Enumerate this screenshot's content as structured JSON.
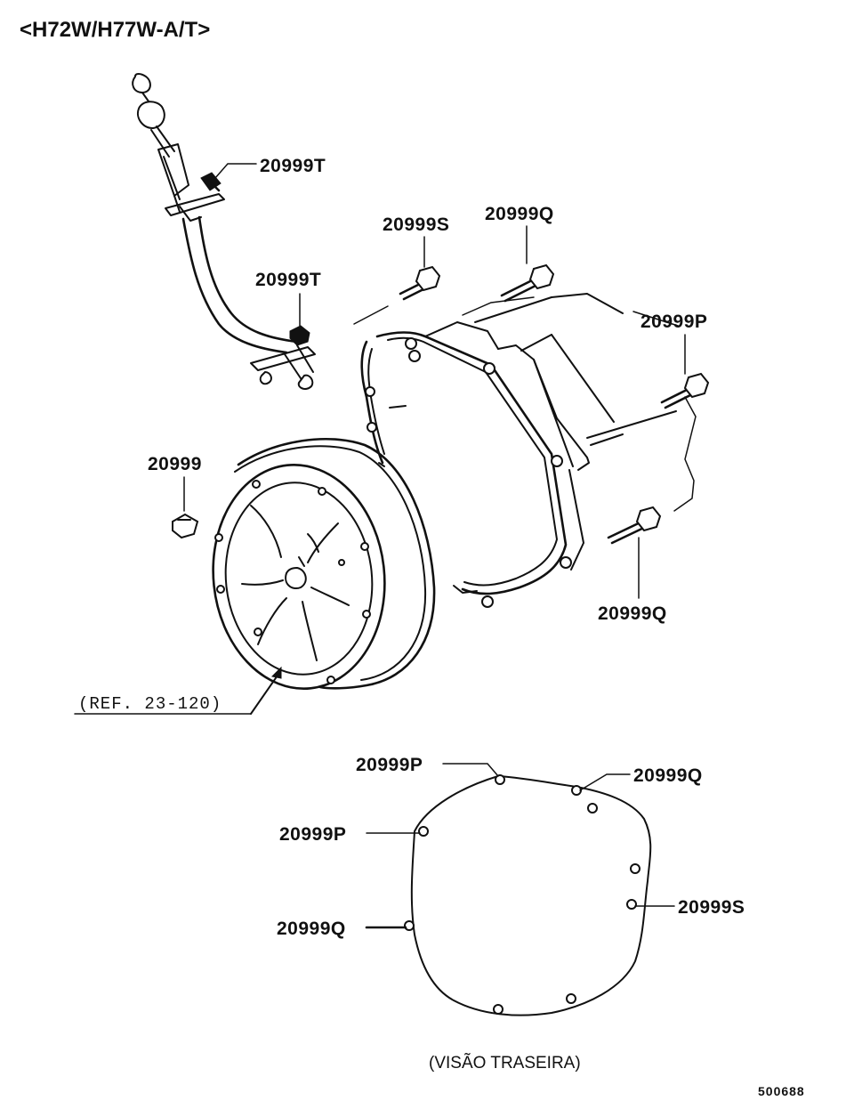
{
  "header": {
    "title": "<H72W/H77W-A/T>"
  },
  "callouts": {
    "dipstick_bolt_upper": "20999T",
    "dipstick_nut_lower": "20999T",
    "bolt_s_top": "20999S",
    "bolt_q_top": "20999Q",
    "bolt_p_right": "20999P",
    "bolt_q_right_lower": "20999Q",
    "converter_plug": "20999"
  },
  "reference": {
    "label": "(REF. 23-120)"
  },
  "rear_view": {
    "caption": "(VISÃO TRASEIRA)",
    "labels": {
      "top_left": "20999P",
      "top_right": "20999Q",
      "left_upper": "20999P",
      "left_lower": "20999Q",
      "right": "20999S"
    }
  },
  "footer": {
    "code": "500688"
  }
}
